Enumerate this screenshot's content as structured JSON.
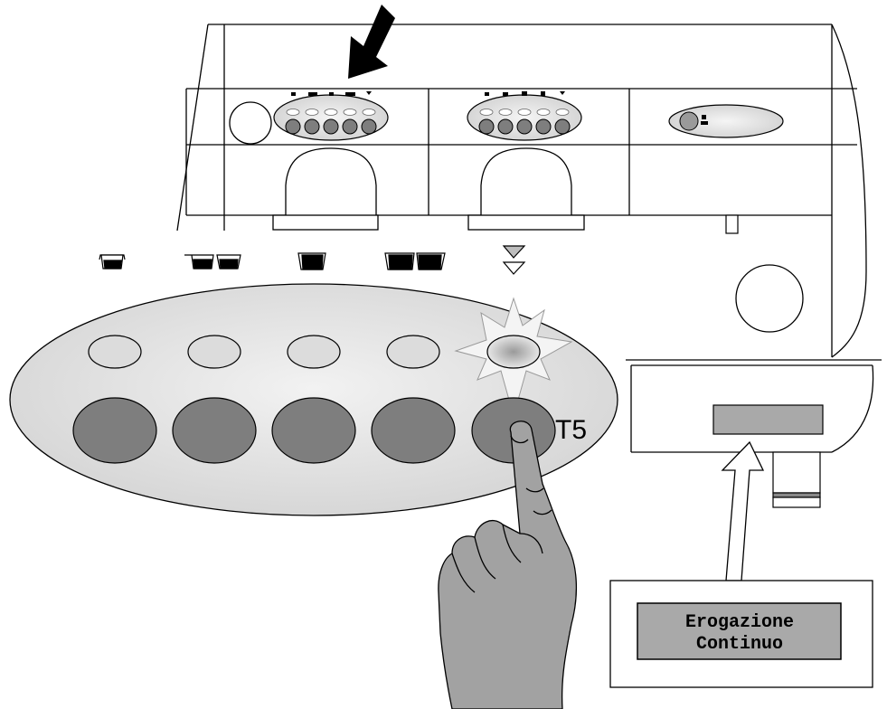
{
  "button_label": "T5",
  "display": {
    "line1": "Erogazione",
    "line2": "Continuo"
  },
  "selection_icons": [
    "single-short-cup-icon",
    "double-short-cup-icon",
    "single-long-cup-icon",
    "double-long-cup-icon",
    "continuous-flow-icon"
  ],
  "pressed_button_index": 4,
  "colors": {
    "panel": "#dcdcdc",
    "large_button": "#7e7e7e",
    "small_button": "#d8d8d8",
    "display_bg": "#a9a9a9",
    "hand": "#a2a2a2",
    "outline": "#000000"
  }
}
